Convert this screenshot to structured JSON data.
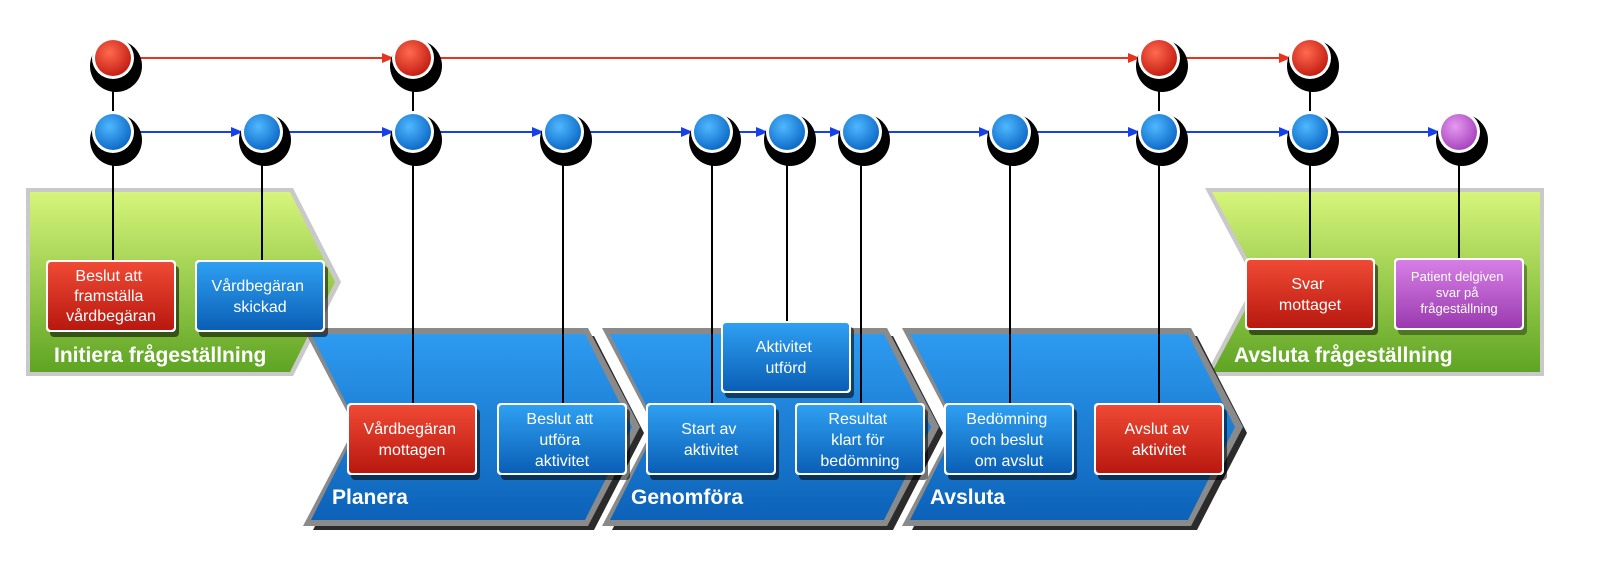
{
  "phases": {
    "initiera": "Initiera frågeställning",
    "planera": "Planera",
    "genomfora": "Genomföra",
    "avsluta": "Avsluta",
    "avsluta_fragestallning": "Avsluta frågeställning"
  },
  "boxes": {
    "beslut_framstalla": [
      "Beslut att",
      "framställa",
      "vårdbegäran"
    ],
    "vardbegaran_skickad": [
      "Vårdbegäran",
      "skickad"
    ],
    "vardbegaran_mottagen": [
      "Vårdbegäran",
      "mottagen"
    ],
    "beslut_utfora": [
      "Beslut att",
      "utföra",
      "aktivitet"
    ],
    "start_aktivitet": [
      "Start av",
      "aktivitet"
    ],
    "aktivitet_utford": [
      "Aktivitet",
      "utförd"
    ],
    "resultat_klart": [
      "Resultat",
      "klart för",
      "bedömning"
    ],
    "bedomning_beslut": [
      "Bedömning",
      "och beslut",
      "om avslut"
    ],
    "avslut_aktivitet": [
      "Avslut av",
      "aktivitet"
    ],
    "svar_mottaget": [
      "Svar",
      "mottaget"
    ],
    "patient_delgiven": [
      "Patient delgiven",
      "svar på",
      "frågeställning"
    ]
  },
  "colors": {
    "red": "#d7271d",
    "blue": "#1a86d8",
    "purple": "#b24fc6",
    "green": "#8fd13c",
    "red_line": "#e8331f",
    "blue_line": "#1740e8"
  }
}
